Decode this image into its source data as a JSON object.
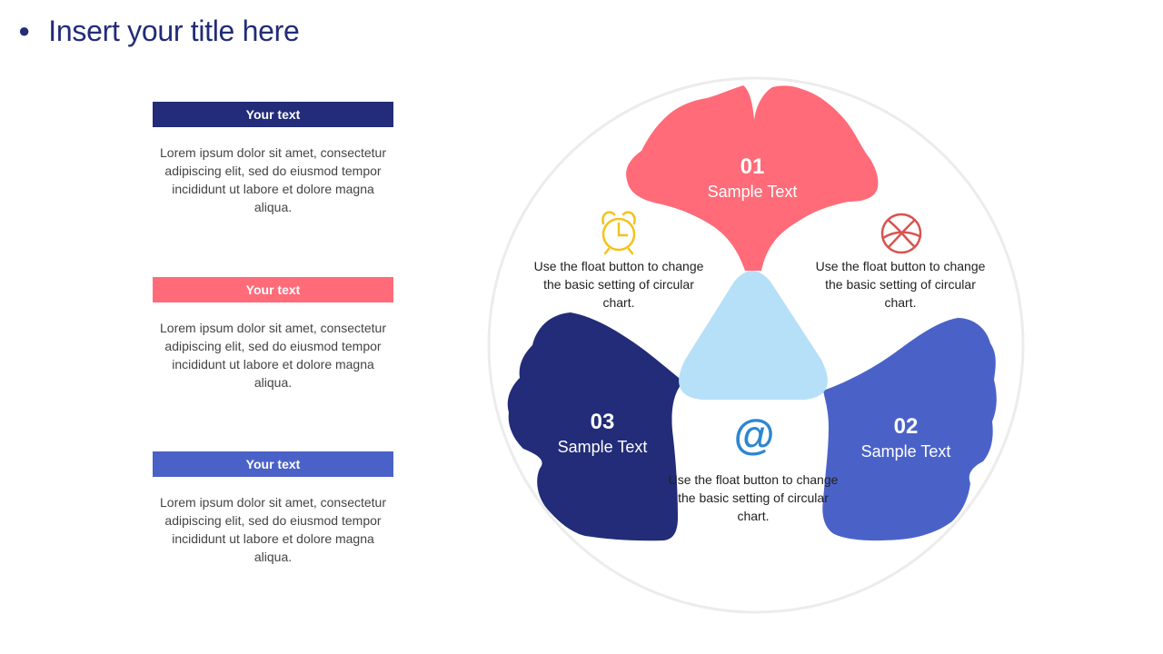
{
  "slide": {
    "title": "Insert your title here"
  },
  "left_blocks": [
    {
      "label": "Your text",
      "text": "Lorem ipsum dolor sit amet, consectetur adipiscing elit, sed do eiusmod tempor incididunt ut labore et dolore magna aliqua."
    },
    {
      "label": "Your text",
      "text": "Lorem ipsum dolor sit amet, consectetur adipiscing elit, sed do eiusmod tempor incididunt ut labore et dolore magna aliqua."
    },
    {
      "label": "Your text",
      "text": "Lorem ipsum dolor sit amet, consectetur adipiscing elit, sed do eiusmod tempor incididunt ut labore et dolore magna aliqua."
    }
  ],
  "petals": [
    {
      "number": "01",
      "label": "Sample Text"
    },
    {
      "number": "02",
      "label": "Sample Text"
    },
    {
      "number": "03",
      "label": "Sample Text"
    }
  ],
  "notes": [
    {
      "icon": "alarm-clock-icon",
      "text": "Use the float button to change the basic setting of circular chart."
    },
    {
      "icon": "basketball-icon",
      "text": "Use the float button to change the basic setting of circular chart."
    },
    {
      "icon": "at-sign-icon",
      "text": "Use the float button to change the basic setting of circular chart."
    }
  ],
  "colors": {
    "navy": "#222c78",
    "coral": "#ff6b78",
    "blue": "#4a62c8",
    "light_blue": "#b6e0f8",
    "yellow": "#f3c31a",
    "red": "#d9534f",
    "at_blue": "#2e86d0",
    "ring": "#ececec"
  }
}
